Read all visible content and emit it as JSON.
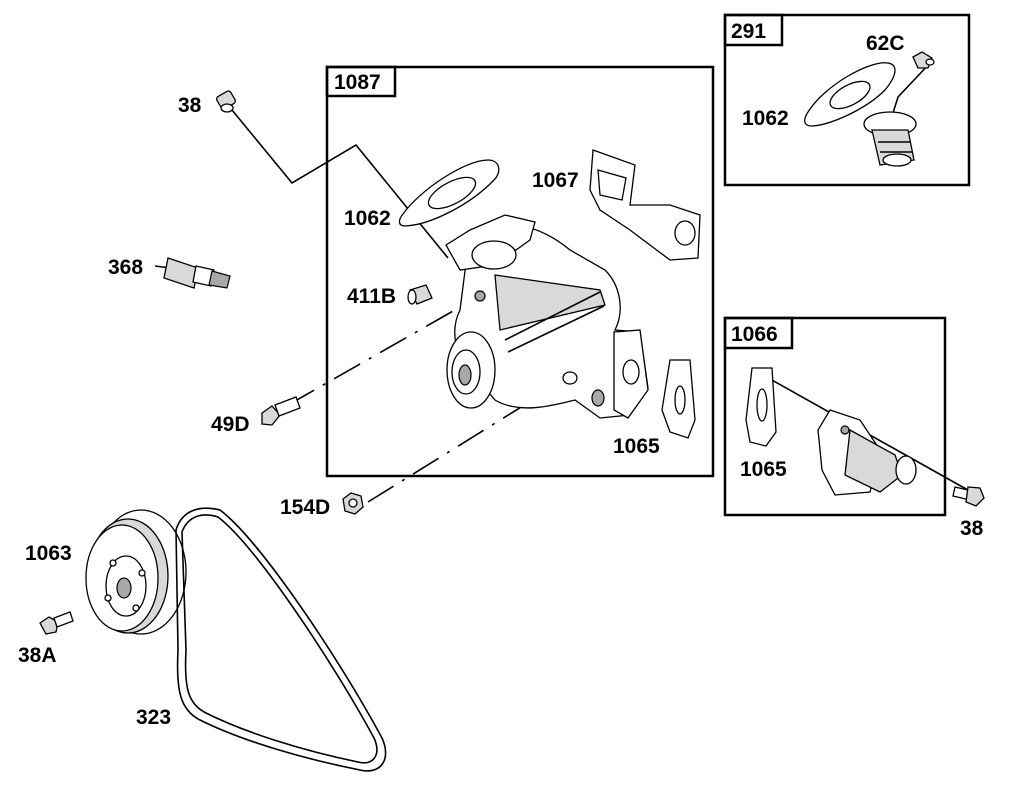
{
  "boxes": {
    "pump_assembly": "1087",
    "thermostat_kit": "291",
    "outlet_kit": "1066"
  },
  "labels": {
    "screw_38_top": "38",
    "sensor_368": "368",
    "plug_411b": "411B",
    "bolt_49d": "49D",
    "nut_154d": "154D",
    "pulley_1063": "1063",
    "bolt_38a": "38A",
    "belt_323": "323",
    "gasket_1062_pump": "1062",
    "gasket_1067": "1067",
    "gasket_1065_pump": "1065",
    "screw_62c": "62C",
    "gasket_1062_thermo": "1062",
    "gasket_1065_outlet": "1065",
    "screw_38_outlet": "38"
  }
}
